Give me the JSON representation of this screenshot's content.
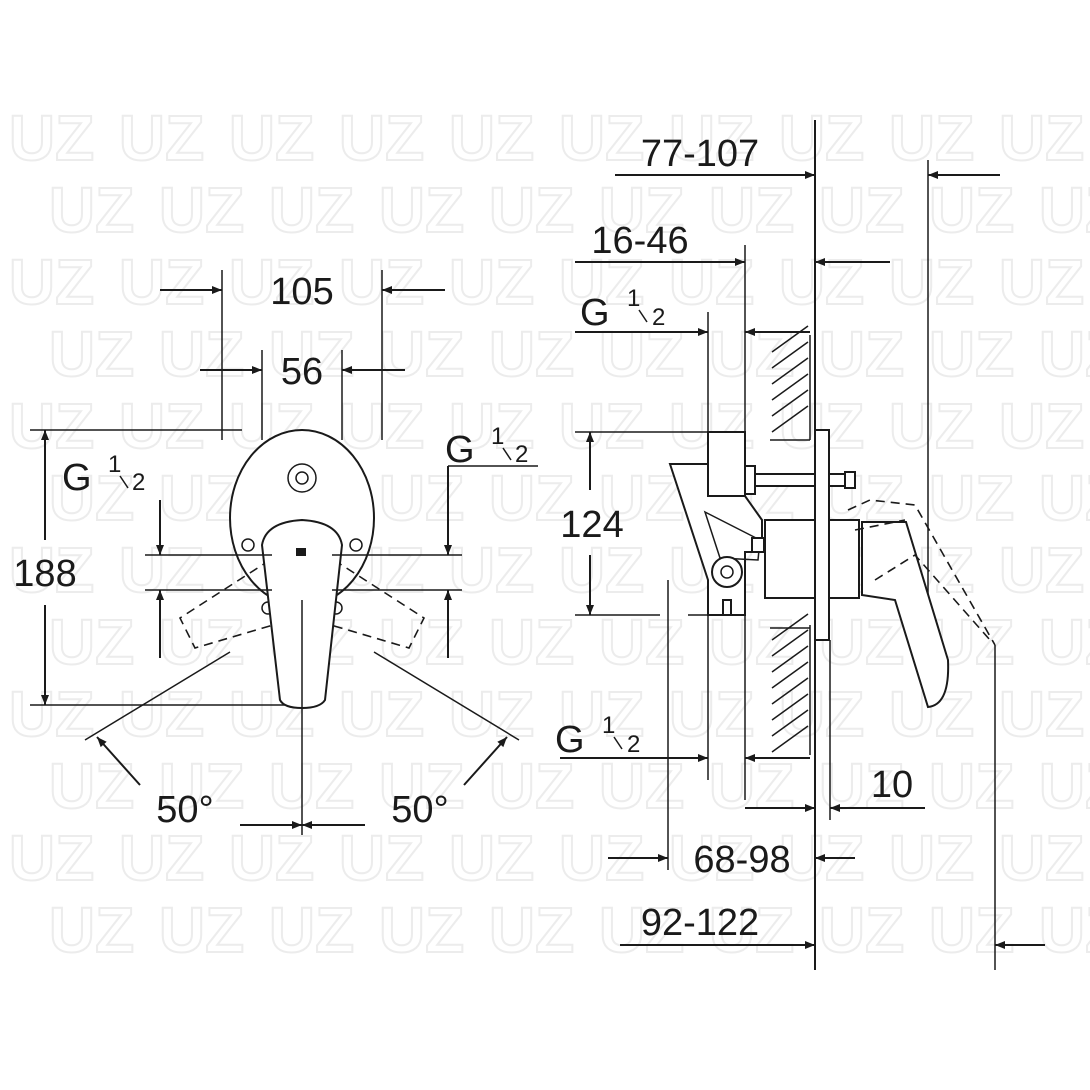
{
  "watermark": "UZ",
  "front_view": {
    "width_outer": "105",
    "width_inner": "56",
    "height": "188",
    "connection_left": {
      "main": "G",
      "num": "1",
      "den": "2"
    },
    "connection_right": {
      "main": "G",
      "num": "1",
      "den": "2"
    },
    "angle_left": "50°",
    "angle_right": "50°"
  },
  "side_view": {
    "depth_total": "77-107",
    "depth_body": "16-46",
    "connection_top": {
      "main": "G",
      "num": "1",
      "den": "2"
    },
    "connection_spacing": "124",
    "connection_bottom": {
      "main": "G",
      "num": "1",
      "den": "2"
    },
    "plate_offset": "10",
    "depth_range_1": "68-98",
    "depth_range_2": "92-122"
  }
}
